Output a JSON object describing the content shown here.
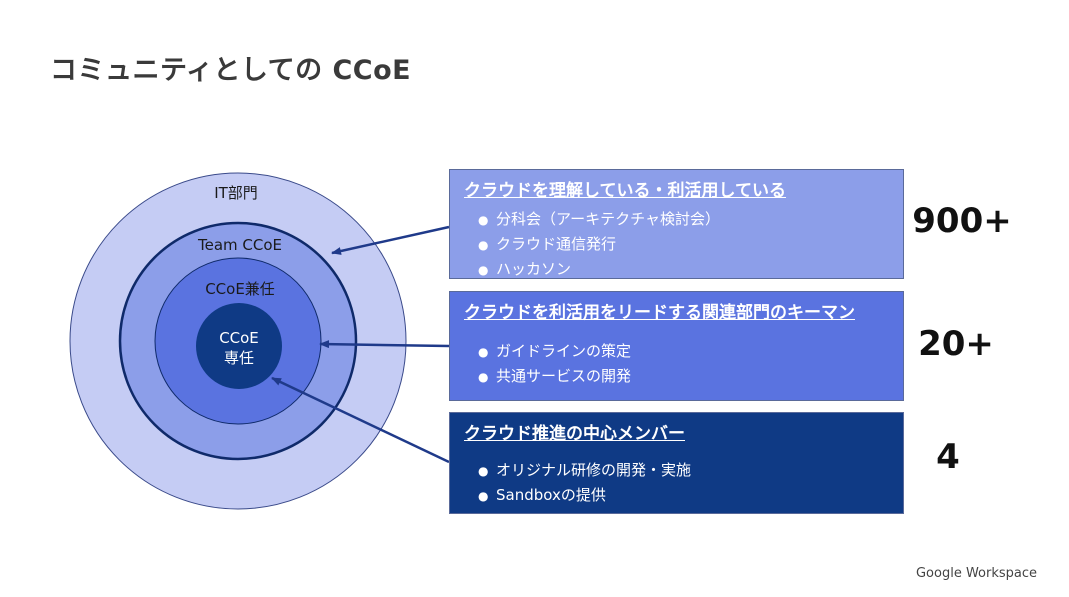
{
  "title": "コミュニティとしての CCoE",
  "rings": {
    "outer": "IT部門",
    "second": "Team CCoE",
    "third": "CCoE兼任",
    "core_line1": "CCoE",
    "core_line2": "専任"
  },
  "boxes": [
    {
      "title": "クラウドを理解している・利活用している",
      "items": [
        "分科会（アーキテクチャ検討会）",
        "クラウド通信発行",
        "ハッカソン"
      ],
      "count": "900+"
    },
    {
      "title": "クラウドを利活用をリードする関連部門のキーマン",
      "items": [
        "ガイドラインの策定",
        "共通サービスの開発"
      ],
      "count": "20+"
    },
    {
      "title": "クラウド推進の中心メンバー",
      "items": [
        "オリジナル研修の開発・実施",
        "Sandboxの提供"
      ],
      "count": "4"
    }
  ],
  "bullet": "●",
  "footer": "Google Workspace",
  "colors": {
    "outer_ring": "#c5ccf4",
    "second_ring": "#8c9ee9",
    "third_ring": "#5a73e0",
    "core": "#0f3a85",
    "arrow": "#1f3a8a"
  }
}
